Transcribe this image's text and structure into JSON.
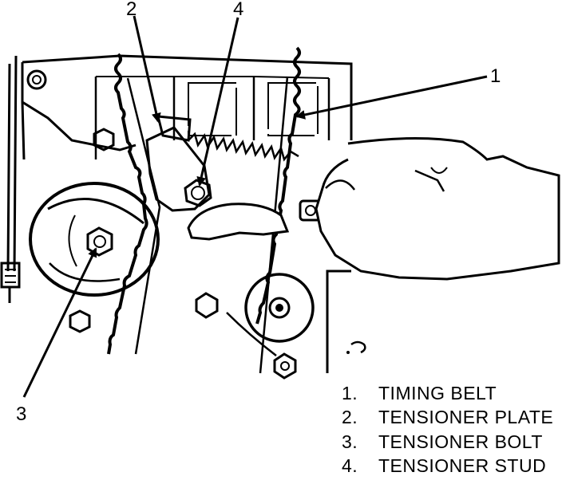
{
  "diagram": {
    "callouts": [
      {
        "id": "1",
        "label": "1"
      },
      {
        "id": "2",
        "label": "2"
      },
      {
        "id": "3",
        "label": "3"
      },
      {
        "id": "4",
        "label": "4"
      }
    ],
    "legend": [
      {
        "num": "1.",
        "text": "TIMING BELT"
      },
      {
        "num": "2.",
        "text": "TENSIONER PLATE"
      },
      {
        "num": "3.",
        "text": "TENSIONER BOLT"
      },
      {
        "num": "4.",
        "text": "TENSIONER STUD"
      }
    ],
    "colors": {
      "ink": "#000000",
      "paper": "#ffffff"
    }
  }
}
